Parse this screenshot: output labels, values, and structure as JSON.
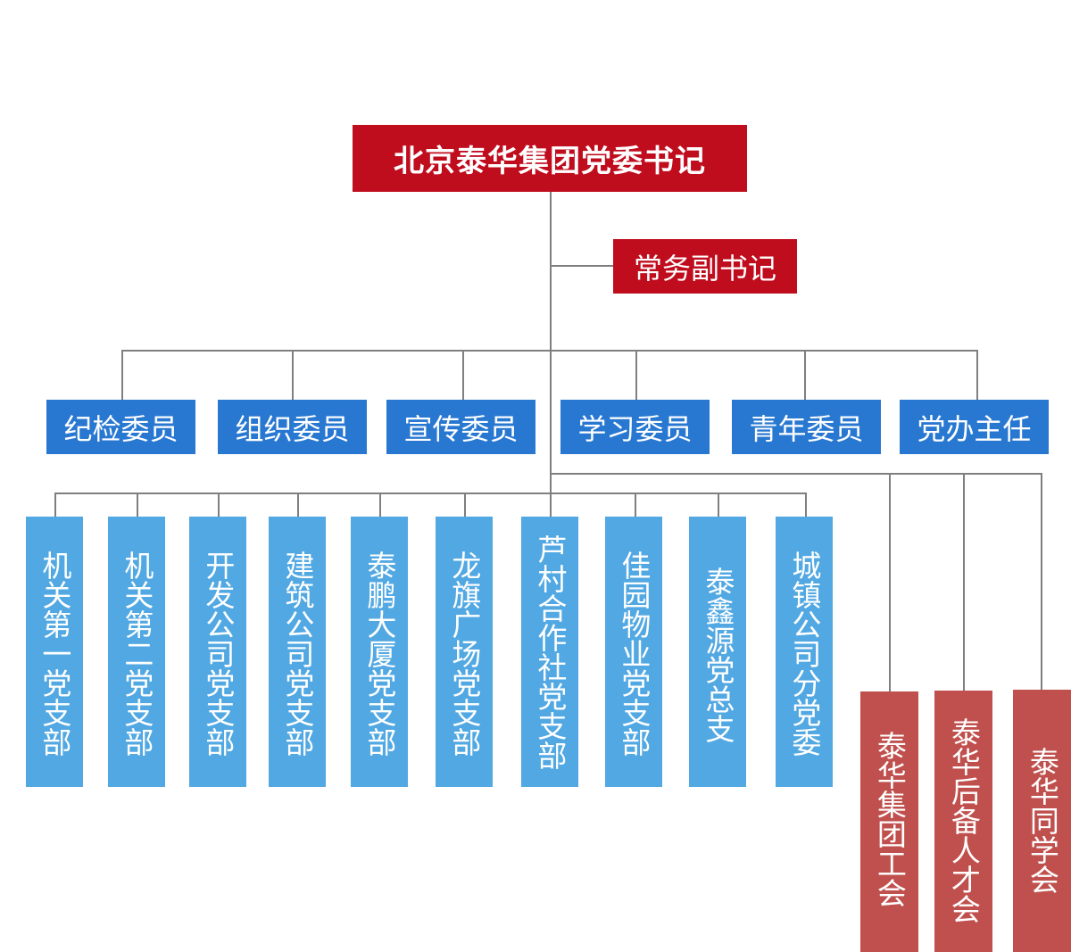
{
  "colors": {
    "top": "#c00d1e",
    "deputy": "#c00d1e",
    "member": "#2878d2",
    "branch": "#52a8e2",
    "side": "#c0504d",
    "line": "#7f7f7f"
  },
  "top": {
    "label": "北京泰华集团党委书记"
  },
  "deputy": {
    "label": "常务副书记"
  },
  "members": [
    {
      "label": "纪检委员"
    },
    {
      "label": "组织委员"
    },
    {
      "label": "宣传委员"
    },
    {
      "label": "学习委员"
    },
    {
      "label": "青年委员"
    },
    {
      "label": "党办主任"
    }
  ],
  "branches": [
    {
      "label": "机关第一党支部"
    },
    {
      "label": "机关第二党支部"
    },
    {
      "label": "开发公司党支部"
    },
    {
      "label": "建筑公司党支部"
    },
    {
      "label": "泰鹏大厦党支部"
    },
    {
      "label": "龙旗广场党支部"
    },
    {
      "label": "芦村合作社党支部"
    },
    {
      "label": "佳园物业党支部"
    },
    {
      "label": "泰鑫源党总支"
    },
    {
      "label": "城镇公司分党委"
    }
  ],
  "side_orgs": [
    {
      "label": "泰华集团工会"
    },
    {
      "label": "泰华后备人才会"
    },
    {
      "label": "泰华同学会"
    }
  ]
}
